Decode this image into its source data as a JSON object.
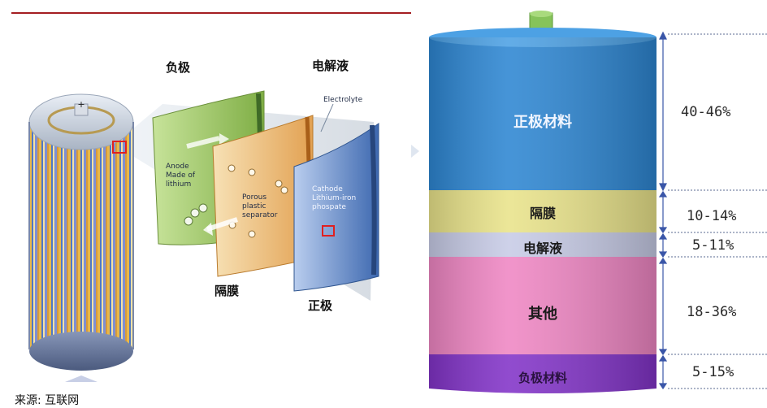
{
  "left_panel": {
    "labels": {
      "anode_cn": "负极",
      "electrolyte_cn": "电解液",
      "separator_cn": "隔膜",
      "cathode_cn": "正极"
    },
    "english": {
      "electrolyte": "Electrolyte",
      "anode": [
        "Anode",
        "Made of",
        "lithium"
      ],
      "separator": [
        "Porous",
        "plastic",
        "separator"
      ],
      "cathode": [
        "Cathode",
        "Lithium-iron",
        "phospate"
      ]
    },
    "source": "来源: 互联网",
    "colors": {
      "accent_line": "#a41e22",
      "anode": "#8fc04f",
      "separator": "#e0a050",
      "cathode": "#3d6fb8"
    }
  },
  "right_panel": {
    "layers": [
      {
        "label": "正极材料",
        "percent": "40-46%",
        "color": "#2d86d2"
      },
      {
        "label": "隔膜",
        "percent": "10-14%",
        "color": "#e9e38a"
      },
      {
        "label": "电解液",
        "percent": "5-11%",
        "color": "#c7cbe6"
      },
      {
        "label": "其他",
        "percent": "18-36%",
        "color": "#ef86c3"
      },
      {
        "label": "负极材料",
        "percent": "5-15%",
        "color": "#8233c8"
      }
    ],
    "terminal_color": "#86c35a"
  }
}
